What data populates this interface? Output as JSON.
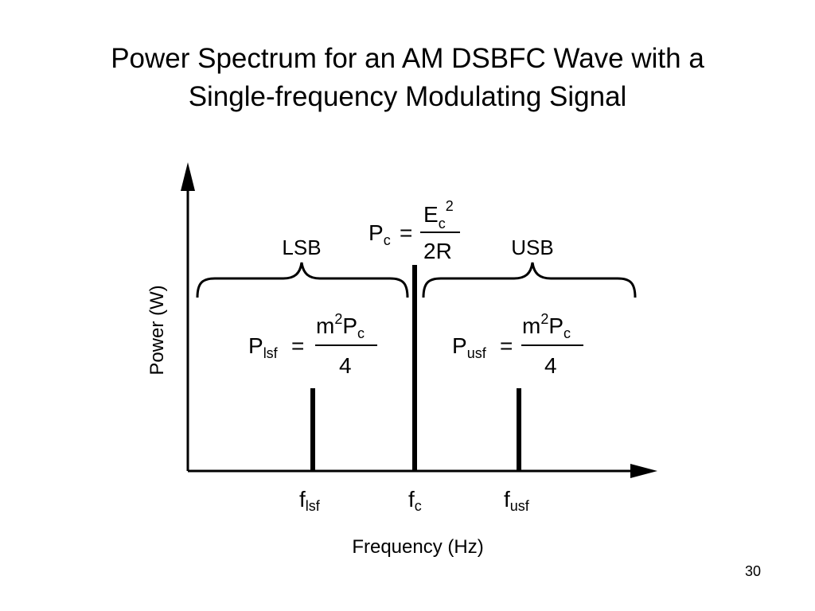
{
  "slide": {
    "title_line1": "Power Spectrum for an AM DSBFC Wave with a",
    "title_line2": "Single-frequency Modulating Signal",
    "page_number": "30"
  },
  "diagram": {
    "y_axis_label": "Power (W)",
    "x_axis_label": "Frequency (Hz)",
    "lsb_label": "LSB",
    "usb_label": "USB",
    "carrier_formula": {
      "lhs": "P",
      "lhs_sub": "c",
      "num": "E",
      "num_sub": "c",
      "num_sup": "2",
      "den": "2R",
      "eq": "="
    },
    "lsf_formula": {
      "lhs": "P",
      "lhs_sub": "lsf",
      "num_m": "m",
      "num_sup": "2",
      "num_p": "P",
      "num_sub": "c",
      "den": "4",
      "eq": "="
    },
    "usf_formula": {
      "lhs": "P",
      "lhs_sub": "usf",
      "num_m": "m",
      "num_sup": "2",
      "num_p": "P",
      "num_sub": "c",
      "den": "4",
      "eq": "="
    },
    "freq_labels": {
      "lsf": {
        "main": "f",
        "sub": "lsf"
      },
      "c": {
        "main": "f",
        "sub": "c"
      },
      "usf": {
        "main": "f",
        "sub": "usf"
      }
    }
  }
}
